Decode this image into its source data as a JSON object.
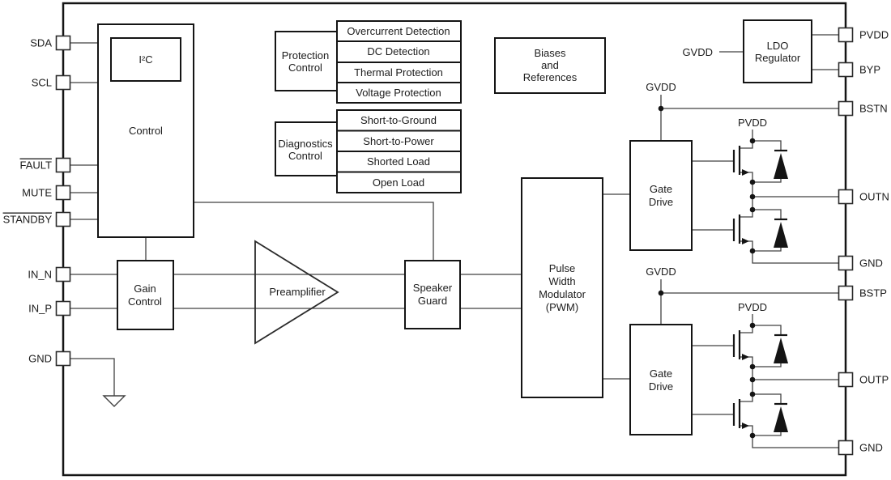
{
  "colors": {
    "background": "#ffffff",
    "wire": "#424242",
    "block_border": "#141414",
    "text": "#1c1c1c"
  },
  "pins": {
    "left": [
      {
        "label": "SDA",
        "overline": false
      },
      {
        "label": "SCL",
        "overline": false
      },
      {
        "label": "FAULT",
        "overline": true
      },
      {
        "label": "MUTE",
        "overline": false
      },
      {
        "label": "STANDBY",
        "overline": true
      },
      {
        "label": "IN_N",
        "overline": false
      },
      {
        "label": "IN_P",
        "overline": false
      },
      {
        "label": "GND",
        "overline": false
      }
    ],
    "right": [
      {
        "label": "PVDD"
      },
      {
        "label": "BYP"
      },
      {
        "label": "BSTN"
      },
      {
        "label": "OUTN"
      },
      {
        "label": "GND"
      },
      {
        "label": "BSTP"
      },
      {
        "label": "OUTP"
      },
      {
        "label": "GND"
      }
    ]
  },
  "blocks": {
    "control": {
      "label": "Control",
      "i2c": "I²C"
    },
    "gain": {
      "l1": "Gain",
      "l2": "Control"
    },
    "preamp": {
      "label": "Preamplifier"
    },
    "speaker_guard": {
      "l1": "Speaker",
      "l2": "Guard"
    },
    "pwm": {
      "l1": "Pulse",
      "l2": "Width",
      "l3": "Modulator",
      "l4": "(PWM)"
    },
    "protection": {
      "l1": "Protection",
      "l2": "Control",
      "items": [
        "Overcurrent Detection",
        "DC Detection",
        "Thermal Protection",
        "Voltage Protection"
      ]
    },
    "diagnostics": {
      "l1": "Diagnostics",
      "l2": "Control",
      "items": [
        "Short-to-Ground",
        "Short-to-Power",
        "Shorted Load",
        "Open Load"
      ]
    },
    "biases": {
      "l1": "Biases",
      "l2": "and",
      "l3": "References"
    },
    "ldo": {
      "l1": "LDO",
      "l2": "Regulator"
    },
    "gate_drive": {
      "l1": "Gate",
      "l2": "Drive"
    }
  },
  "nets": {
    "gvdd": "GVDD",
    "pvdd": "PVDD"
  }
}
